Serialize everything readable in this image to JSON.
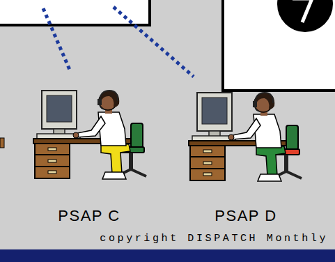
{
  "diagram": {
    "labels": [
      "PSAP C",
      "PSAP D",
      "copyright DISPATCH Monthly"
    ]
  }
}
